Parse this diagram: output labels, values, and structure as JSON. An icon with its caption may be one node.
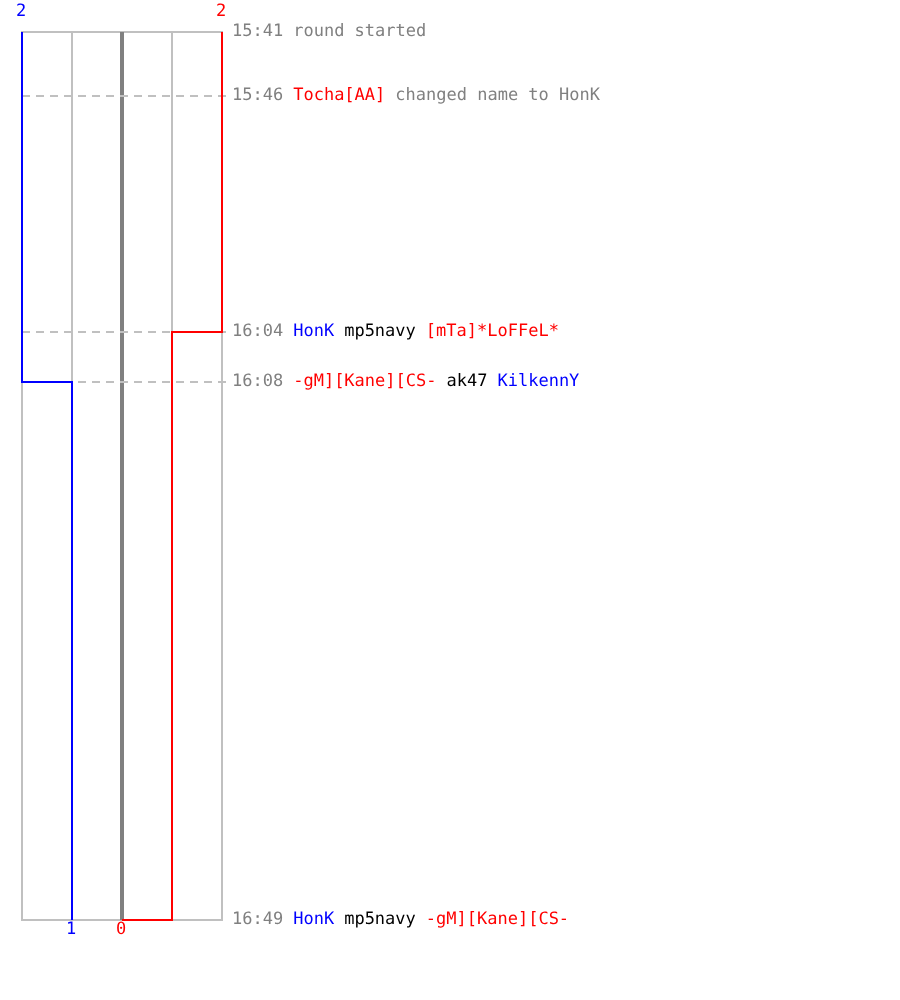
{
  "diagram": {
    "labels": [
      "2",
      "2",
      "15:41",
      "round started",
      "15:46",
      "Tocha[AA]",
      "changed name to HonK",
      "16:04",
      "HonK",
      "mp5navy",
      "[mTa]*LoFFeL*",
      "16:08",
      "-gM][Kane][CS-",
      "ak47",
      "KilkennY",
      "16:49",
      "HonK",
      "mp5navy",
      "-gM][Kane][CS-",
      "1",
      "0"
    ]
  }
}
